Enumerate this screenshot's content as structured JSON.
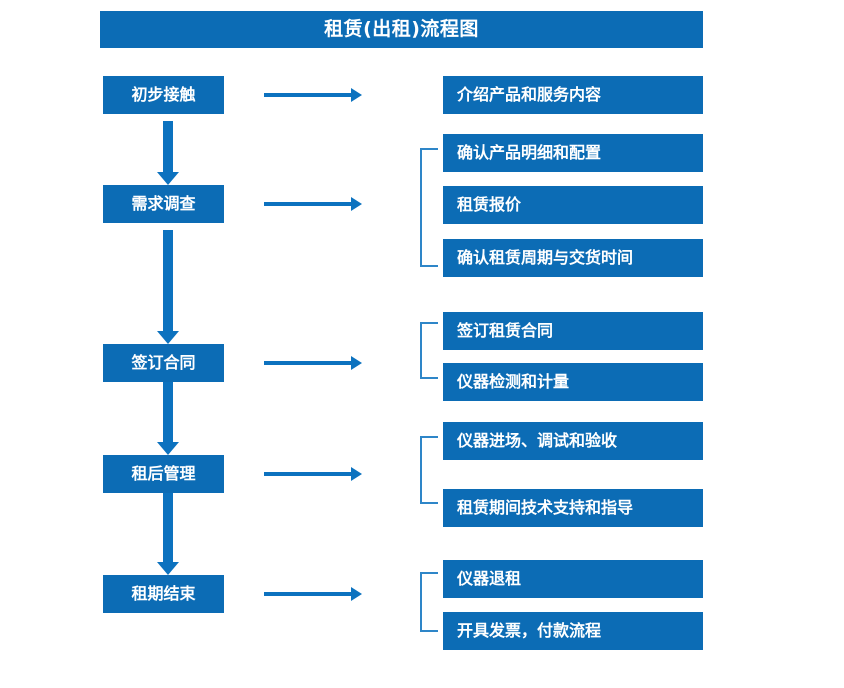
{
  "title": {
    "text": "租赁(出租)流程图"
  },
  "colors": {
    "primary_blue": "#0C6CB5",
    "arrow_blue": "#0C72BF",
    "bracket_blue": "#2E86C8",
    "box_text": "#FFFFFF",
    "background": "#FFFFFF"
  },
  "stages": [
    {
      "label": "初步接触"
    },
    {
      "label": "需求调查"
    },
    {
      "label": "签订合同"
    },
    {
      "label": "租后管理"
    },
    {
      "label": "租期结束"
    }
  ],
  "details": [
    {
      "label": "介绍产品和服务内容"
    },
    {
      "label": "确认产品明细和配置"
    },
    {
      "label": "租赁报价"
    },
    {
      "label": "确认租赁周期与交货时间"
    },
    {
      "label": "签订租赁合同"
    },
    {
      "label": "仪器检测和计量"
    },
    {
      "label": "仪器进场、调试和验收"
    },
    {
      "label": "租赁期间技术支持和指导"
    },
    {
      "label": "仪器退租"
    },
    {
      "label": "开具发票，付款流程"
    }
  ],
  "chart_data": {
    "type": "diagram",
    "title": "租赁(出租)流程图",
    "layout": "two-column flowchart: left column = sequential stages linked by downward arrows; right column = detail tasks grouped by brackets and linked from each stage by a rightward arrow",
    "nodes": [
      {
        "stage": "初步接触",
        "details": [
          "介绍产品和服务内容"
        ],
        "bracketed": false
      },
      {
        "stage": "需求调查",
        "details": [
          "确认产品明细和配置",
          "租赁报价",
          "确认租赁周期与交货时间"
        ],
        "bracketed": true
      },
      {
        "stage": "签订合同",
        "details": [
          "签订租赁合同",
          "仪器检测和计量"
        ],
        "bracketed": true
      },
      {
        "stage": "租后管理",
        "details": [
          "仪器进场、调试和验收",
          "租赁期间技术支持和指导"
        ],
        "bracketed": true
      },
      {
        "stage": "租期结束",
        "details": [
          "仪器退租",
          "开具发票，付款流程"
        ],
        "bracketed": true
      }
    ],
    "edges": [
      {
        "from": "初步接触",
        "to": "需求调查",
        "direction": "down"
      },
      {
        "from": "需求调查",
        "to": "签订合同",
        "direction": "down"
      },
      {
        "from": "签订合同",
        "to": "租后管理",
        "direction": "down"
      },
      {
        "from": "租后管理",
        "to": "租期结束",
        "direction": "down"
      },
      {
        "from": "初步接触",
        "to": "介绍产品和服务内容",
        "direction": "right"
      },
      {
        "from": "需求调查",
        "to": "需求调查明细组",
        "direction": "right"
      },
      {
        "from": "签订合同",
        "to": "签订合同明细组",
        "direction": "right"
      },
      {
        "from": "租后管理",
        "to": "租后管理明细组",
        "direction": "right"
      },
      {
        "from": "租期结束",
        "to": "租期结束明细组",
        "direction": "right"
      }
    ]
  }
}
